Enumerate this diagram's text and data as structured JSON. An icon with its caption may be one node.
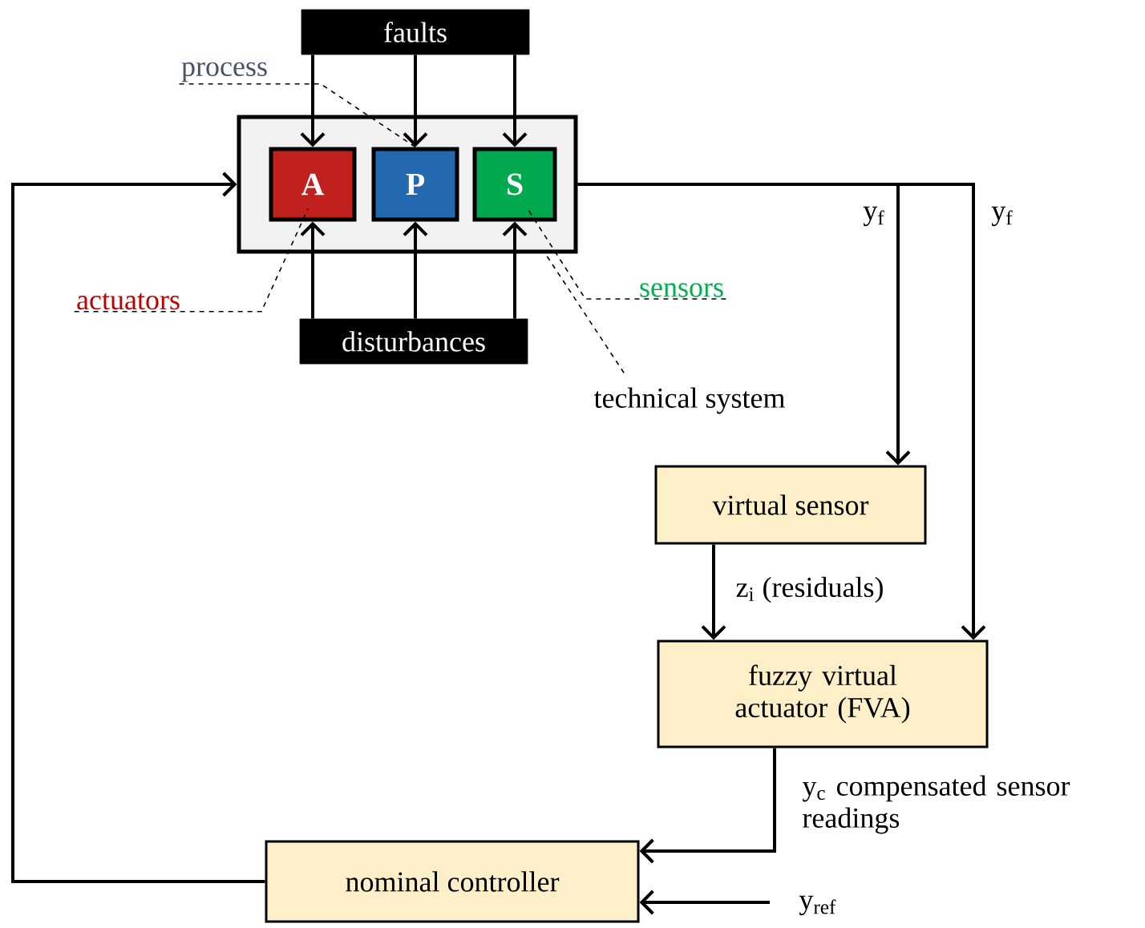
{
  "diagram": {
    "nodes": [
      {
        "text": [
          "faults"
        ]
      },
      {
        "text": [],
        "shape": "box"
      },
      {
        "text": [
          "A"
        ],
        "in": 1
      },
      {
        "text": [
          "P"
        ],
        "in": 1
      },
      {
        "text": [
          "S"
        ],
        "in": 1
      },
      {
        "text": [
          "disturbances"
        ]
      },
      {
        "text": [
          "virtual sensor"
        ]
      },
      {
        "text": [
          "fuzzy virtual actuator (FVA)"
        ]
      },
      {
        "text": [
          "nominal controller"
        ]
      },
      {
        "text": [
          "process"
        ]
      },
      {
        "text": [
          "actuators"
        ]
      },
      {
        "text": [
          "sensors"
        ]
      },
      {
        "text": [
          "technical system"
        ]
      }
    ],
    "edges": [
      {
        "from": 0,
        "to": 2,
        "arrow": "to"
      },
      {
        "from": 0,
        "to": 3,
        "arrow": "to"
      },
      {
        "from": 0,
        "to": 4,
        "arrow": "to"
      },
      {
        "from": 5,
        "to": 2,
        "arrow": "to"
      },
      {
        "from": 5,
        "to": 3,
        "arrow": "to"
      },
      {
        "from": 5,
        "to": 4,
        "arrow": "to"
      },
      {
        "from": 8,
        "to": 1,
        "arrow": "to"
      },
      {
        "from": 1,
        "to": 6,
        "arrow": "to",
        "label": "y$_{f}$"
      },
      {
        "from": 1,
        "to": 7,
        "arrow": "to",
        "label": "y$_{f}$"
      },
      {
        "from": 6,
        "to": 7,
        "arrow": "to",
        "label": "z$_{i}$ (residuals)"
      },
      {
        "from": 7,
        "to": 8,
        "arrow": "to",
        "label": "y$_{c}$ compensated sensor readings"
      },
      {
        "from": null,
        "to": 8,
        "arrow": "to",
        "label": "y$_{ref}$"
      },
      {
        "from": 9,
        "to": 3,
        "arrow": "none",
        "style": "dashed"
      },
      {
        "from": 10,
        "to": 2,
        "arrow": "none",
        "style": "dashed"
      },
      {
        "from": 11,
        "to": 4,
        "arrow": "none",
        "style": "dashed"
      },
      {
        "from": 12,
        "to": 1,
        "arrow": "none",
        "style": "dashed"
      }
    ]
  }
}
